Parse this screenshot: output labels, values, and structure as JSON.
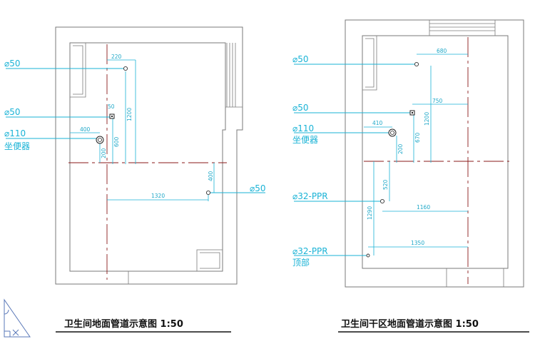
{
  "left_plan": {
    "title": "卫生间地面管道示意图 1:50",
    "labels": {
      "d50_top": "⌀50",
      "d50_mid": "⌀50",
      "d110": "⌀110",
      "toilet": "坐便器",
      "d50_right": "⌀50"
    },
    "dims": {
      "d220": "220",
      "d1200": "1200",
      "d50": "50",
      "d600": "600",
      "d400": "400",
      "d200": "200",
      "d400b": "400",
      "d1320": "1320"
    }
  },
  "right_plan": {
    "title": "卫生间干区地面管道示意图 1:50",
    "labels": {
      "d50_top": "⌀50",
      "d50_mid": "⌀50",
      "d110": "⌀110",
      "toilet": "坐便器",
      "ppr1": "⌀32-PPR",
      "ppr2": "⌀32-PPR",
      "top_part": "顶部"
    },
    "dims": {
      "d680": "680",
      "d750": "750",
      "d1200": "1200",
      "d410": "410",
      "d670": "670",
      "d200": "200",
      "d520": "520",
      "d1160": "1160",
      "d1290": "1290",
      "d1350": "1350"
    }
  },
  "colors": {
    "wall": "#7a7a7a",
    "dimension": "#1ab3d6",
    "axis": "#8a1a1a",
    "title": "#111111"
  }
}
